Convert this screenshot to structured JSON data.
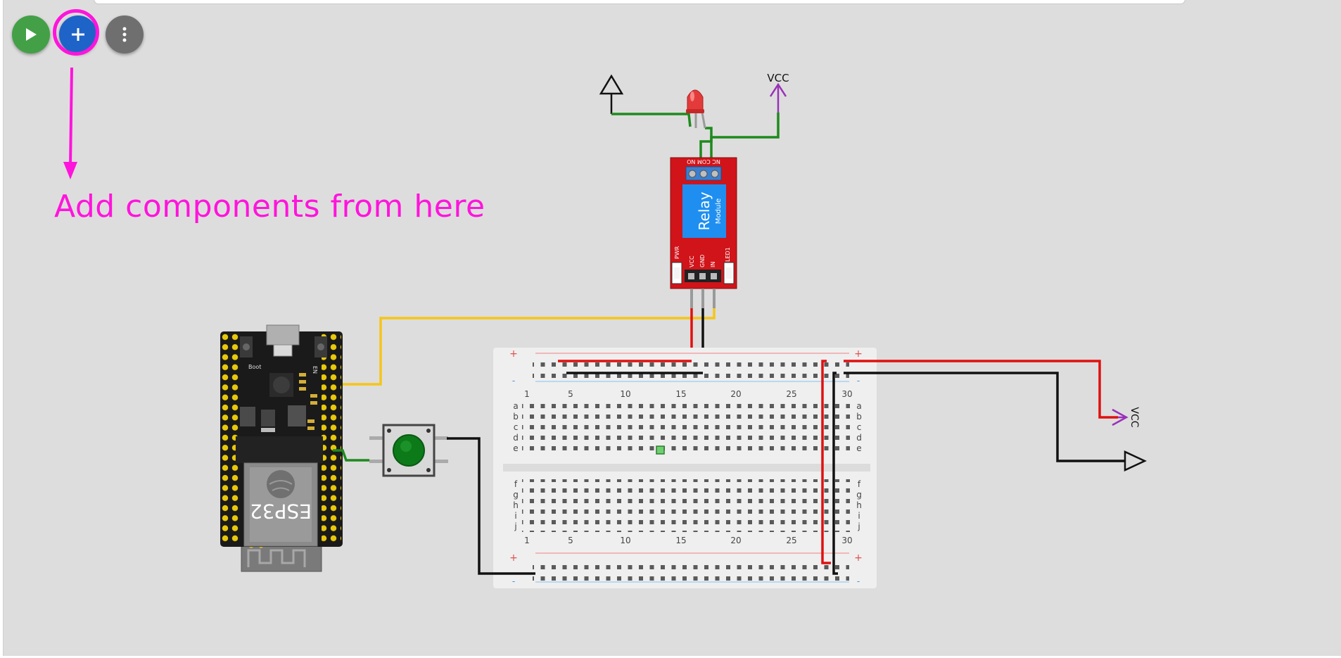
{
  "toolbar": {
    "play_icon": "play-icon",
    "add_icon": "plus-icon",
    "more_icon": "vertical-dots-icon",
    "colors": {
      "play": "#43a047",
      "add": "#1e63c7",
      "more": "#6f6f6f",
      "highlight": "#ff14dc"
    }
  },
  "annotation": {
    "text": "Add components from here"
  },
  "power_labels": {
    "vcc_top": "VCC",
    "vcc_right": "VCC"
  },
  "relay": {
    "title": "Relay",
    "subtitle": "Module",
    "terminal_labels": "NC COM NO",
    "pin_vcc": "VCC",
    "pin_gnd": "GND",
    "pin_in": "IN",
    "led_pwr": "PWR",
    "led_led1": "LED1"
  },
  "esp32": {
    "label": "ESP32",
    "boot_label": "Boot",
    "en_label": "EN"
  },
  "breadboard": {
    "column_numbers": [
      "1",
      "5",
      "10",
      "15",
      "20",
      "25",
      "30"
    ],
    "rows_top": [
      "a",
      "b",
      "c",
      "d",
      "e"
    ],
    "rows_bottom": [
      "f",
      "g",
      "h",
      "i",
      "j"
    ],
    "plus_sign": "+",
    "minus_sign": "-"
  },
  "wire_colors": {
    "vcc": "#e01010",
    "gnd": "#111111",
    "signal": "#f5c518",
    "green": "#1e8a1e",
    "power_symbol": "#9a30b8"
  }
}
